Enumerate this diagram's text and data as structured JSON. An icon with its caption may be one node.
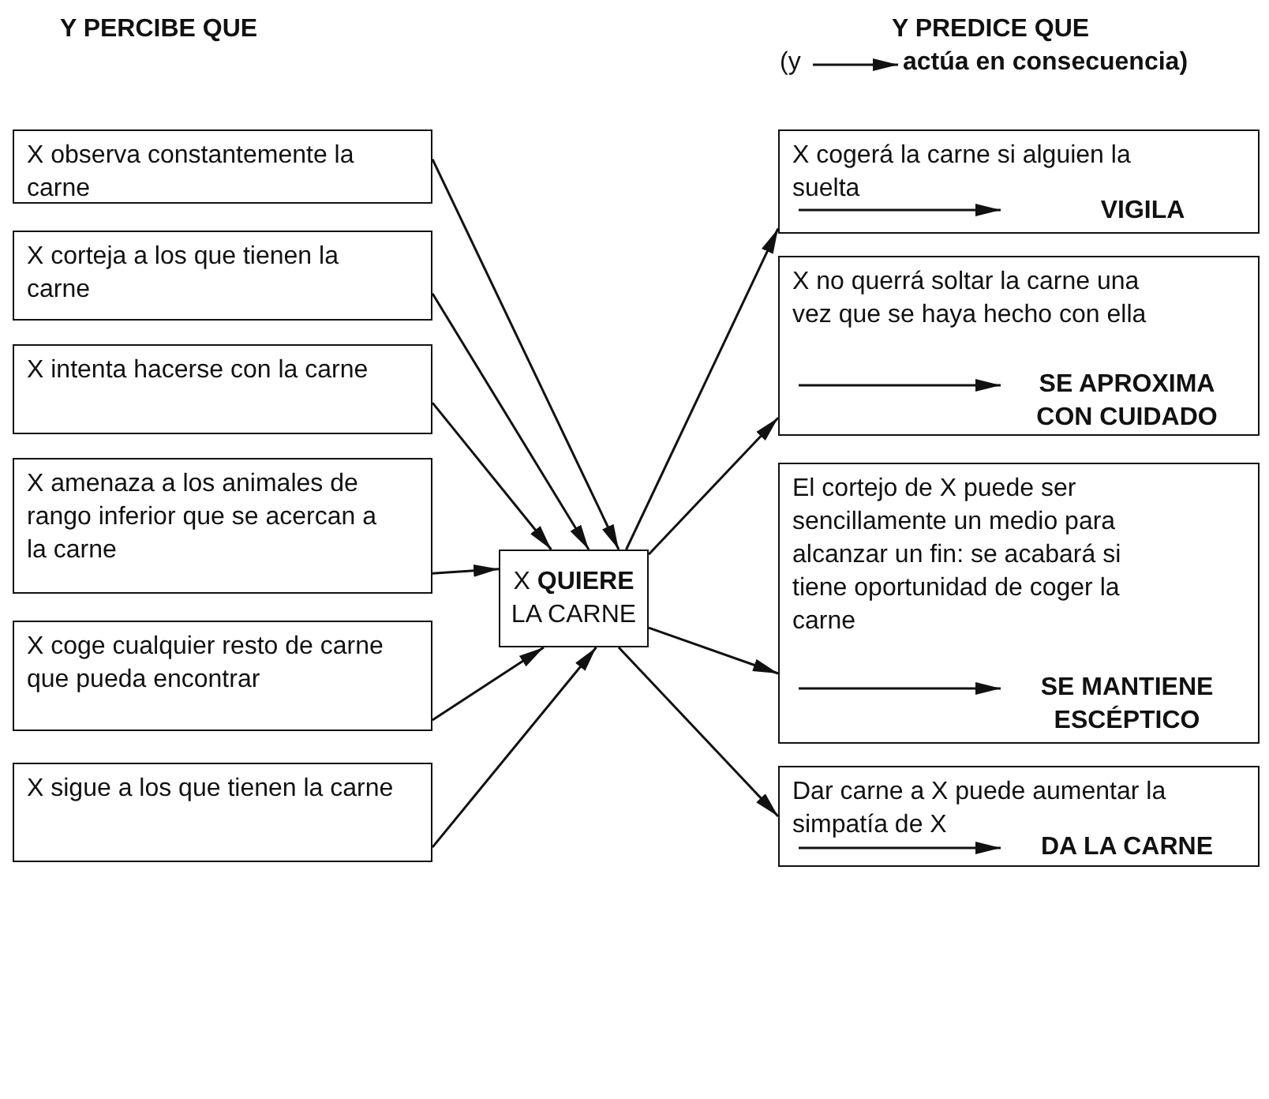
{
  "diagram": {
    "nodes": [
      {
        "text": [
          "X observa constantemente la carne"
        ]
      },
      {
        "text": [
          "X corteja a los que tienen la carne"
        ]
      },
      {
        "text": [
          "X intenta hacerse con la carne"
        ]
      },
      {
        "text": [
          "X amenaza a los animales de rango inferior que se acercan a la carne"
        ]
      },
      {
        "text": [
          "X coge cualquier resto de carne que pueda encontrar"
        ]
      },
      {
        "text": [
          "X sigue a los que tienen la carne"
        ]
      },
      {
        "text": [
          "X **QUIERE** LA CARNE"
        ]
      },
      {
        "text": [
          "X cogerá la carne si alguien la suelta",
          "VIGILA"
        ]
      },
      {
        "text": [
          "X no querrá soltar la carne una vez que se haya hecho con ella",
          "SE APROXIMA CON CUIDADO"
        ]
      },
      {
        "text": [
          "El cortejo de X puede ser sencillamente un medio para alcanzar un fin: se acabará si tiene oportunidad de coger la carne",
          "SE MANTIENE ESCÉPTICO"
        ]
      },
      {
        "text": [
          "Dar carne a X puede aumentar la simpatía de X",
          "DA LA CARNE"
        ]
      }
    ],
    "edges": [
      {
        "from": 0,
        "to": 6,
        "arrow": "to"
      },
      {
        "from": 1,
        "to": 6,
        "arrow": "to"
      },
      {
        "from": 2,
        "to": 6,
        "arrow": "to"
      },
      {
        "from": 3,
        "to": 6,
        "arrow": "to"
      },
      {
        "from": 4,
        "to": 6,
        "arrow": "to"
      },
      {
        "from": 5,
        "to": 6,
        "arrow": "to"
      },
      {
        "from": 6,
        "to": 7,
        "arrow": "to"
      },
      {
        "from": 6,
        "to": 8,
        "arrow": "to"
      },
      {
        "from": 6,
        "to": 9,
        "arrow": "to"
      },
      {
        "from": 6,
        "to": 10,
        "arrow": "to"
      }
    ],
    "labels": [
      "Y PERCIBE QUE",
      "Y PREDICE QUE",
      "(y",
      "actúa en consecuencia)"
    ]
  }
}
